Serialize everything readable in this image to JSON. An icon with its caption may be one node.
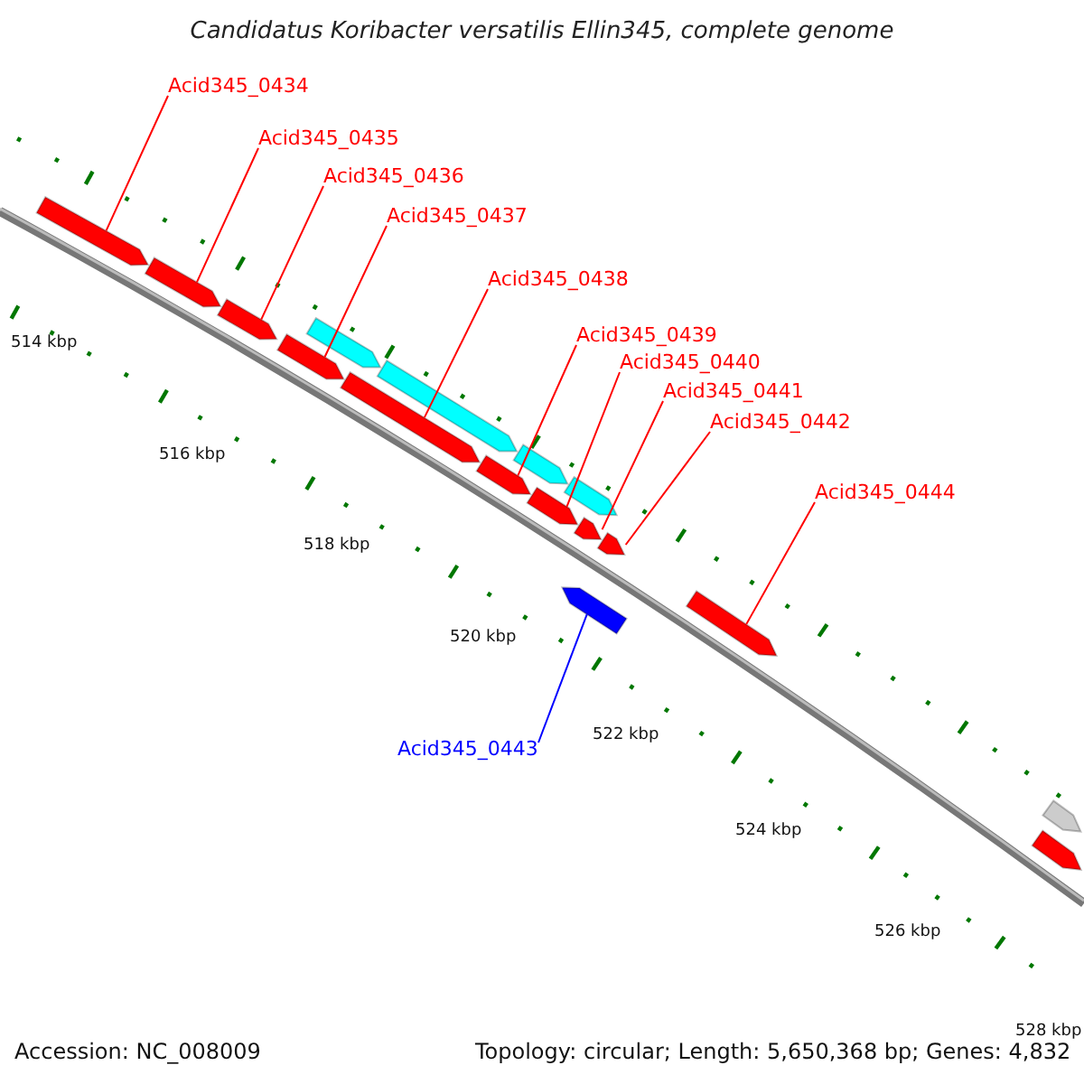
{
  "diagram": {
    "title": "Candidatus Koribacter versatilis Ellin345, complete genome",
    "nodes": [
      {
        "text": [
          "Acid345_0434"
        ]
      },
      {
        "text": [
          "Acid345_0435"
        ]
      },
      {
        "text": [
          "Acid345_0436"
        ]
      },
      {
        "text": [
          "Acid345_0437"
        ]
      },
      {
        "text": [
          "Acid345_0438"
        ]
      },
      {
        "text": [
          "Acid345_0439"
        ]
      },
      {
        "text": [
          "Acid345_0440"
        ]
      },
      {
        "text": [
          "Acid345_0441"
        ]
      },
      {
        "text": [
          "Acid345_0442"
        ]
      },
      {
        "text": [
          "Acid345_0444"
        ]
      },
      {
        "text": [
          "Acid345_0443"
        ]
      },
      {
        "text": [],
        "shape": "arrow"
      },
      {
        "text": [],
        "shape": "arrow"
      },
      {
        "text": [],
        "shape": "arrow"
      },
      {
        "text": [],
        "shape": "arrow"
      },
      {
        "text": [],
        "shape": "arrow"
      },
      {
        "text": [],
        "shape": "arrow"
      },
      {
        "text": [],
        "shape": "arrow"
      },
      {
        "text": [],
        "shape": "arrow"
      },
      {
        "text": [],
        "shape": "arrow"
      },
      {
        "text": [],
        "shape": "arrow"
      },
      {
        "text": [],
        "shape": "arrow"
      },
      {
        "text": [],
        "shape": "arrow"
      },
      {
        "text": [],
        "shape": "arrow"
      },
      {
        "text": [],
        "shape": "arrow"
      },
      {
        "text": [],
        "shape": "arrow"
      },
      {
        "text": [],
        "shape": "arrow"
      },
      {
        "text": [],
        "shape": "arrow"
      }
    ],
    "edges": [
      {
        "from": 0,
        "to": 11,
        "arrow": "none"
      },
      {
        "from": 1,
        "to": 12,
        "arrow": "none"
      },
      {
        "from": 2,
        "to": 13,
        "arrow": "none"
      },
      {
        "from": 3,
        "to": 14,
        "arrow": "none"
      },
      {
        "from": 4,
        "to": 15,
        "arrow": "none"
      },
      {
        "from": 5,
        "to": 16,
        "arrow": "none"
      },
      {
        "from": 6,
        "to": 17,
        "arrow": "none"
      },
      {
        "from": 7,
        "to": 18,
        "arrow": "none"
      },
      {
        "from": 8,
        "to": 19,
        "arrow": "none"
      },
      {
        "from": 9,
        "to": 20,
        "arrow": "none"
      },
      {
        "from": 10,
        "to": 21,
        "arrow": "none",
        "color": "#0000ff"
      }
    ],
    "labels": [
      "514 kbp",
      "516 kbp",
      "518 kbp",
      "520 kbp",
      "522 kbp",
      "524 kbp",
      "526 kbp",
      "528 kbp",
      "Accession: NC_008009",
      "Topology: circular; Length: 5,650,368 bp; Genes: 4,832"
    ]
  }
}
